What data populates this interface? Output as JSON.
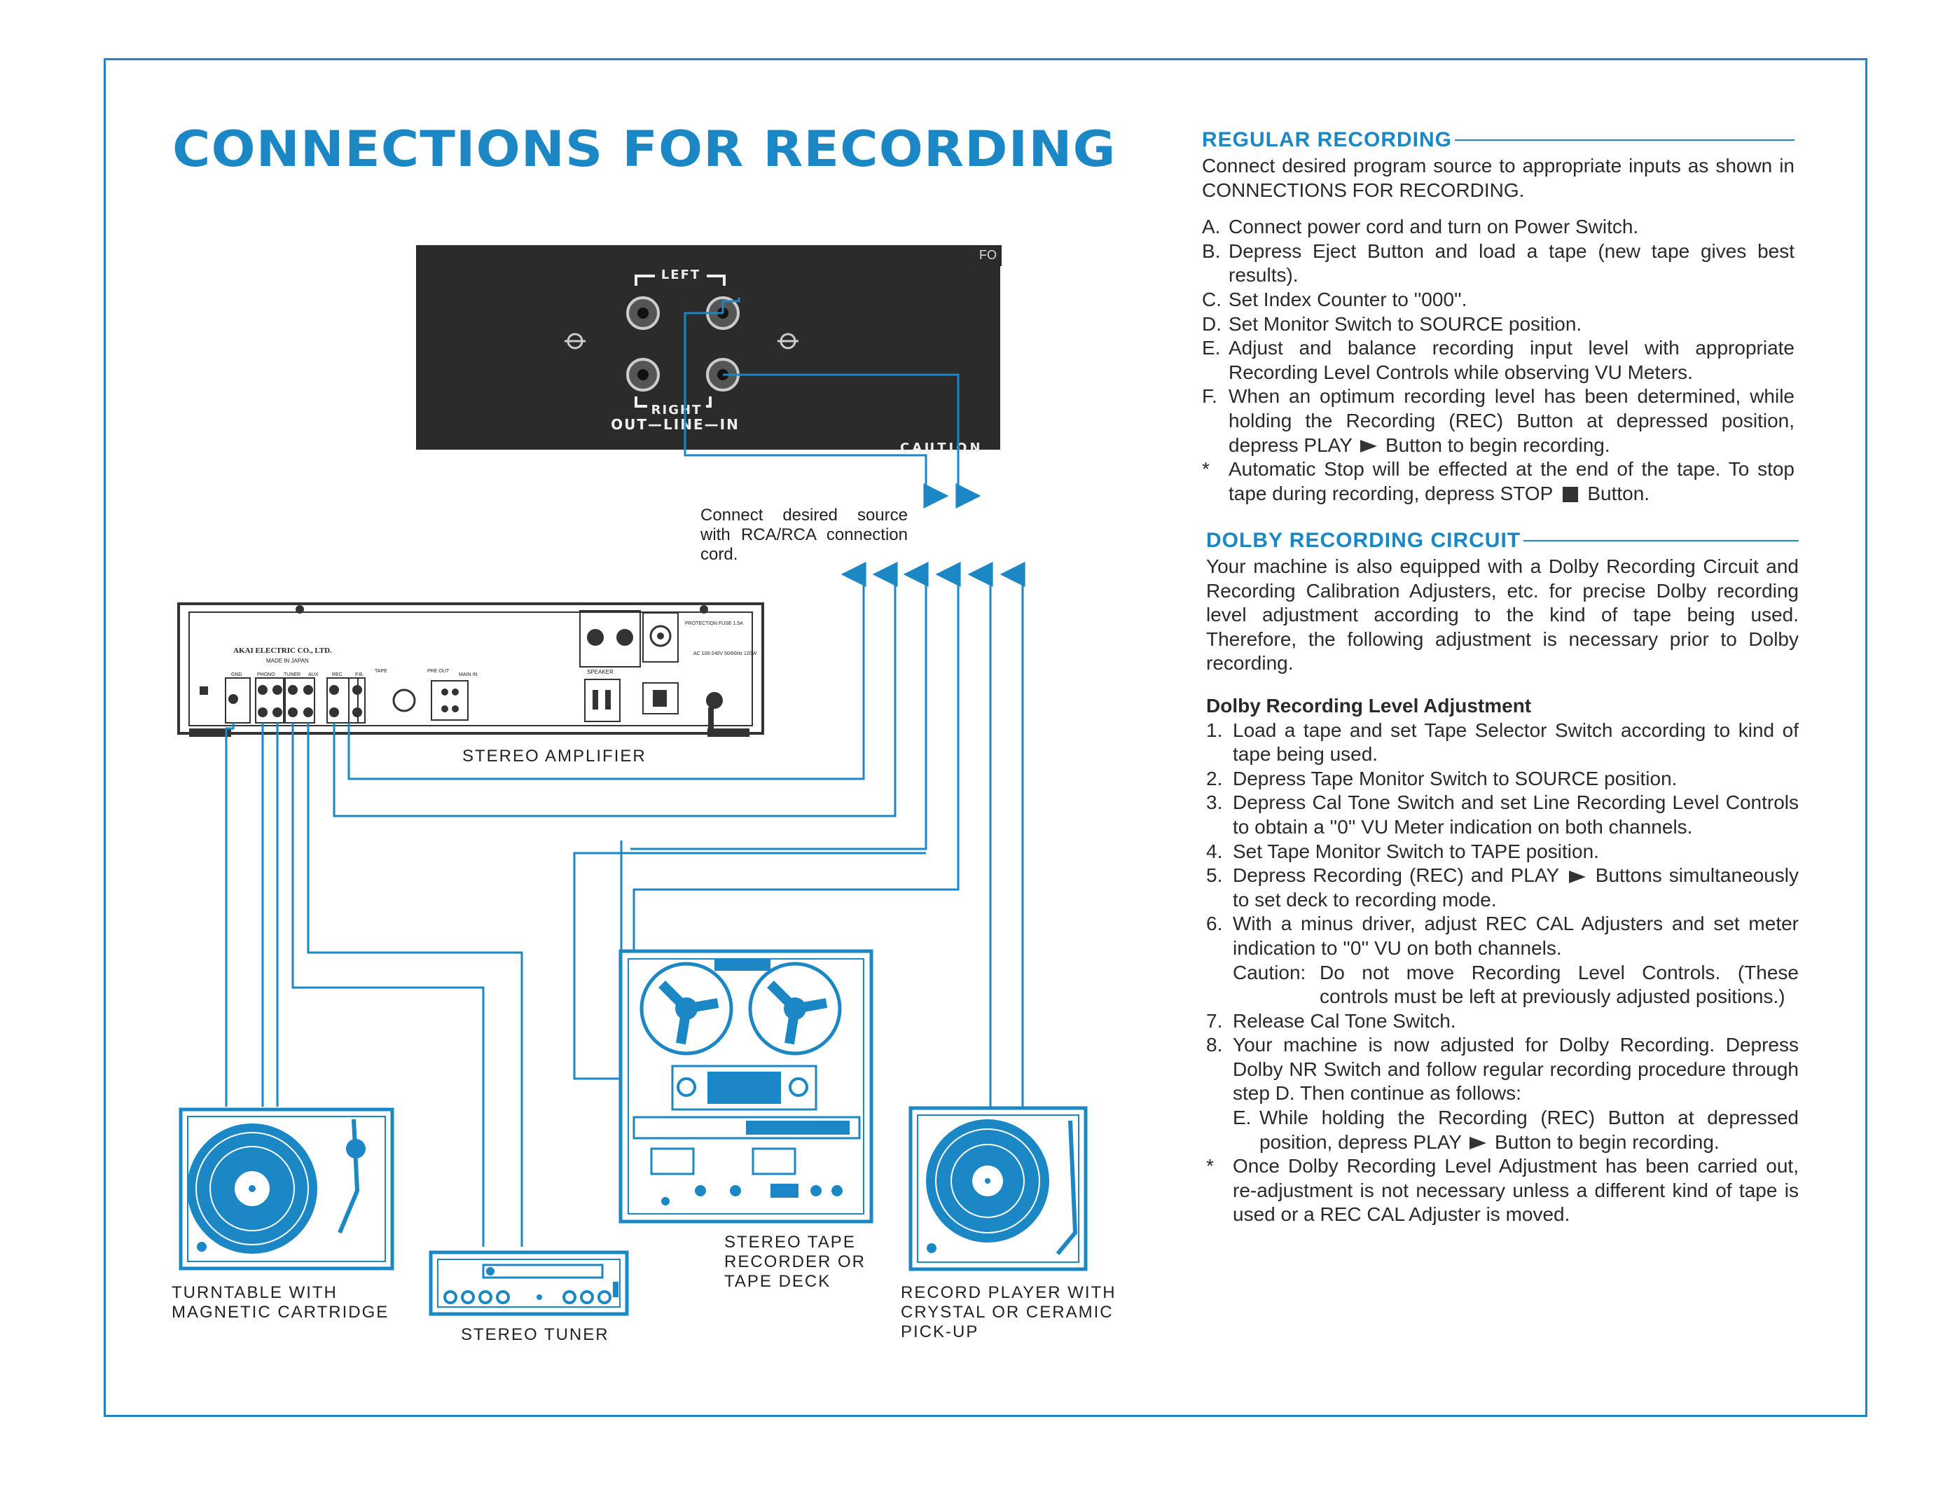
{
  "page": {
    "title": "CONNECTIONS FOR RECORDING"
  },
  "panel": {
    "left_label": "LEFT",
    "right_label": "RIGHT",
    "out_line_in_label": "OUT—LINE—IN",
    "caution_label": "CAUTION",
    "edge_label": "FO"
  },
  "amplifier": {
    "maker": "AKAI ELECTRIC CO., LTD.",
    "made_in": "MADE IN JAPAN",
    "protection": "PROTECTION FUSE 1.5A",
    "ac_rating": "AC 100-240V 50/60Hz 120W",
    "speaker_label": "SPEAKER",
    "jack_labels": [
      "GND",
      "PHONO",
      "TUNER",
      "AUX",
      "REC",
      "P.B.",
      "TAPE",
      "PRE OUT",
      "MAIN IN"
    ]
  },
  "labels": {
    "connect_note": "Connect desired source with RCA/RCA connection cord.",
    "amplifier": "STEREO AMPLIFIER",
    "turntable": [
      "TURNTABLE WITH",
      "MAGNETIC CARTRIDGE"
    ],
    "tuner": "STEREO TUNER",
    "tape_deck": [
      "STEREO TAPE",
      "RECORDER OR",
      "TAPE DECK"
    ],
    "record_player": [
      "RECORD PLAYER WITH",
      "CRYSTAL OR CERAMIC",
      "PICK-UP"
    ]
  },
  "regular": {
    "heading": "REGULAR RECORDING",
    "intro": "Connect desired program source to appropriate inputs as shown in CONNECTIONS FOR RECORDING.",
    "steps": [
      {
        "mark": "A.",
        "text": "Connect power cord and turn on Power Switch."
      },
      {
        "mark": "B.",
        "text": "Depress Eject Button and load a tape (new tape gives best results)."
      },
      {
        "mark": "C.",
        "text": "Set Index Counter to ''000''."
      },
      {
        "mark": "D.",
        "text": "Set Monitor Switch to SOURCE position."
      },
      {
        "mark": "E.",
        "text": "Adjust and balance recording input level with appropriate Recording Level Controls while observing VU Meters."
      }
    ],
    "step_f_mark": "F.",
    "step_f_before": "When an optimum recording level has been determined, while holding the Recording (REC) Button at depressed position, depress PLAY",
    "step_f_after": "Button to begin recording.",
    "note_mark": "*",
    "note_before": "Automatic Stop will be effected at the end of the tape. To stop tape during recording, depress STOP",
    "note_after": "Button."
  },
  "dolby": {
    "heading": "DOLBY RECORDING CIRCUIT",
    "intro": "Your machine is also equipped with a Dolby Recording Circuit and Recording Calibration Adjusters, etc. for precise Dolby recording level adjustment according to the kind of tape being used. Therefore, the following adjustment is necessary prior to Dolby recording.",
    "subheading": "Dolby Recording Level Adjustment",
    "steps": [
      {
        "mark": "1.",
        "text": "Load a tape and set Tape Selector Switch according to kind of tape being used."
      },
      {
        "mark": "2.",
        "text": "Depress Tape Monitor Switch to SOURCE position."
      },
      {
        "mark": "3.",
        "text": "Depress Cal Tone Switch and set Line Recording Level Controls to obtain a ''0'' VU Meter indication on both channels."
      },
      {
        "mark": "4.",
        "text": "Set Tape Monitor Switch to TAPE position."
      }
    ],
    "step5_mark": "5.",
    "step5_before": "Depress Recording (REC) and PLAY",
    "step5_after": "Buttons simultaneously to set deck to recording mode.",
    "step6_mark": "6.",
    "step6_text": "With a minus driver, adjust REC CAL Adjusters and set meter indication to ''0'' VU on both channels.",
    "caution_key": "Caution:",
    "caution_text": "Do not move Recording Level Controls. (These controls must be left at previously adjusted positions.)",
    "step7_mark": "7.",
    "step7_text": "Release Cal Tone Switch.",
    "step8_mark": "8.",
    "step8_text": "Your machine is now adjusted for Dolby Recording. Depress Dolby NR Switch and follow regular recording procedure through step D. Then continue as follows:",
    "step8e_mark": "E.",
    "step8e_before": "While holding the Recording (REC) Button at depressed position, depress PLAY",
    "step8e_after": "Button to begin recording.",
    "final_mark": "*",
    "final_note": "Once Dolby Recording Level Adjustment has been carried out, re-adjustment is not necessary unless a different kind of tape is used or a REC CAL Adjuster is moved."
  },
  "colors": {
    "accent": "#1b87c4",
    "panel": "#2b2b2b",
    "text": "#2a2a2a"
  }
}
